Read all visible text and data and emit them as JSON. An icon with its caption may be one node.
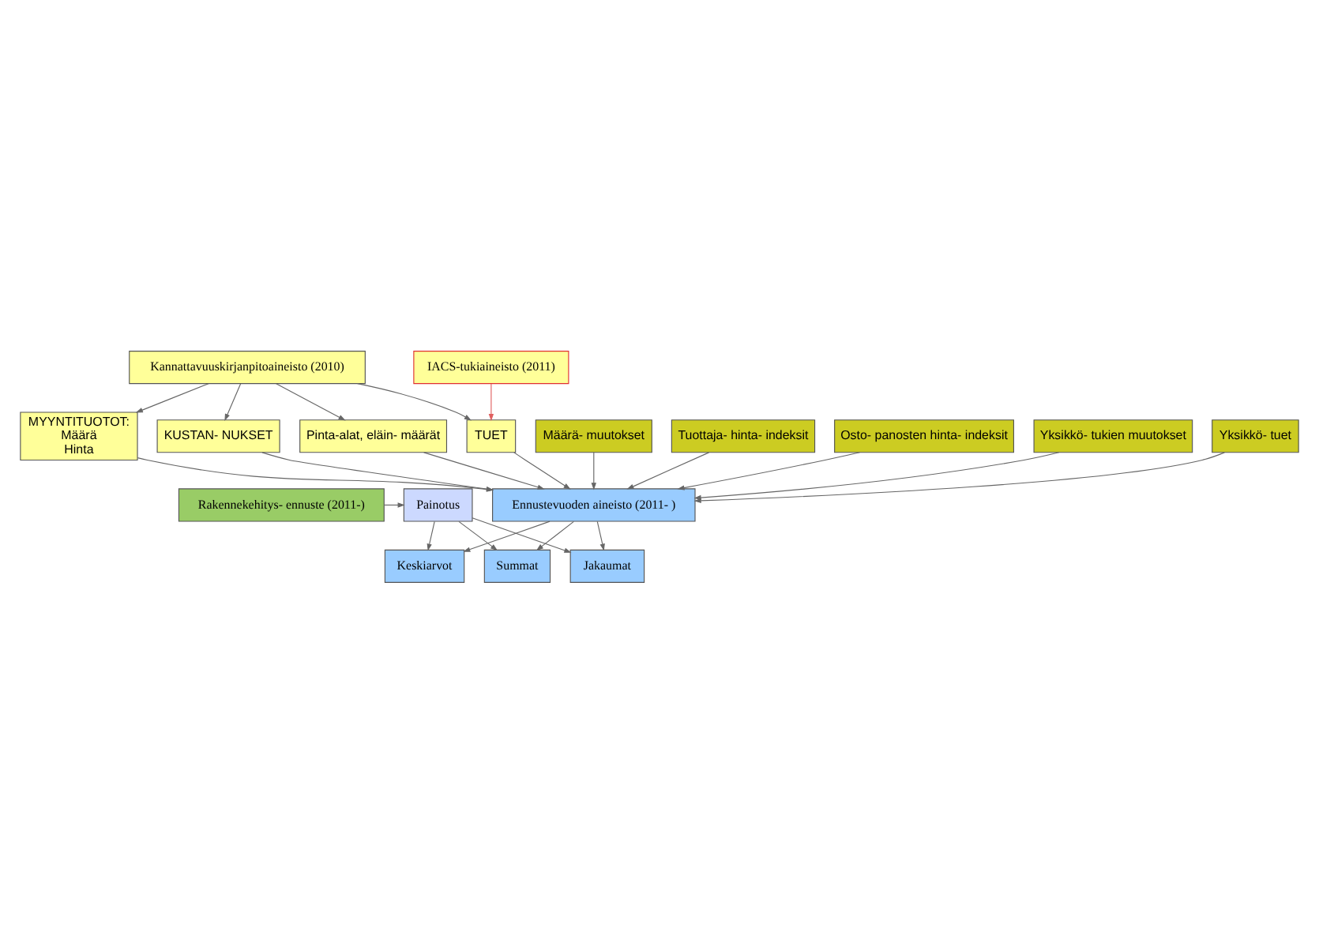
{
  "diagram": {
    "nodes": [
      {
        "text": [
          "IACS-tukiaineisto (2011)"
        ]
      },
      {
        "text": [
          "Kannattavuuskirjanpitoaineisto (2010)"
        ]
      },
      {
        "text": [
          "MYYNTITUOTOT:",
          "Määrä",
          "Hinta"
        ]
      },
      {
        "text": [
          "KUSTAN- NUKSET"
        ]
      },
      {
        "text": [
          "TUET"
        ]
      },
      {
        "text": [
          "Pinta-alat, eläin- määrät"
        ]
      },
      {
        "text": [
          "Määrä- muutokset"
        ]
      },
      {
        "text": [
          "Tuottaja- hinta- indeksit"
        ]
      },
      {
        "text": [
          "Osto- panosten hinta- indeksit"
        ]
      },
      {
        "text": [
          "Yksikkö- tukien muutokset"
        ]
      },
      {
        "text": [
          "Yksikkö- tuet"
        ]
      },
      {
        "text": [
          "Ennustevuoden aineisto (2011- )"
        ]
      },
      {
        "text": [
          "Rakennekehitys- ennuste (2011-)"
        ]
      },
      {
        "text": [
          "Painotus"
        ]
      },
      {
        "text": [
          "Keskiarvot"
        ]
      },
      {
        "text": [
          "Summat"
        ]
      },
      {
        "text": [
          "Jakaumat"
        ]
      }
    ],
    "edges": [
      {
        "from": 1,
        "to": 2,
        "arrow": "to"
      },
      {
        "from": 1,
        "to": 3,
        "arrow": "to"
      },
      {
        "from": 1,
        "to": 4,
        "arrow": "to"
      },
      {
        "from": 1,
        "to": 5,
        "arrow": "to"
      },
      {
        "from": 0,
        "to": 4,
        "arrow": "to",
        "color": "#e06060"
      },
      {
        "from": 6,
        "to": 11,
        "arrow": "to"
      },
      {
        "from": 7,
        "to": 11,
        "arrow": "to"
      },
      {
        "from": 2,
        "to": 11,
        "arrow": "to"
      },
      {
        "from": 8,
        "to": 11,
        "arrow": "to"
      },
      {
        "from": 3,
        "to": 11,
        "arrow": "to"
      },
      {
        "from": 9,
        "to": 11,
        "arrow": "to"
      },
      {
        "from": 5,
        "to": 11,
        "arrow": "to"
      },
      {
        "from": 10,
        "to": 11,
        "arrow": "to"
      },
      {
        "from": 4,
        "to": 11,
        "arrow": "to"
      },
      {
        "from": 12,
        "to": 13,
        "arrow": "to"
      },
      {
        "from": 11,
        "to": 14,
        "arrow": "to"
      },
      {
        "from": 11,
        "to": 15,
        "arrow": "to"
      },
      {
        "from": 11,
        "to": 16,
        "arrow": "to"
      },
      {
        "from": 13,
        "to": 14,
        "arrow": "to"
      },
      {
        "from": 13,
        "to": 15,
        "arrow": "to"
      },
      {
        "from": 13,
        "to": 16,
        "arrow": "to"
      }
    ]
  }
}
